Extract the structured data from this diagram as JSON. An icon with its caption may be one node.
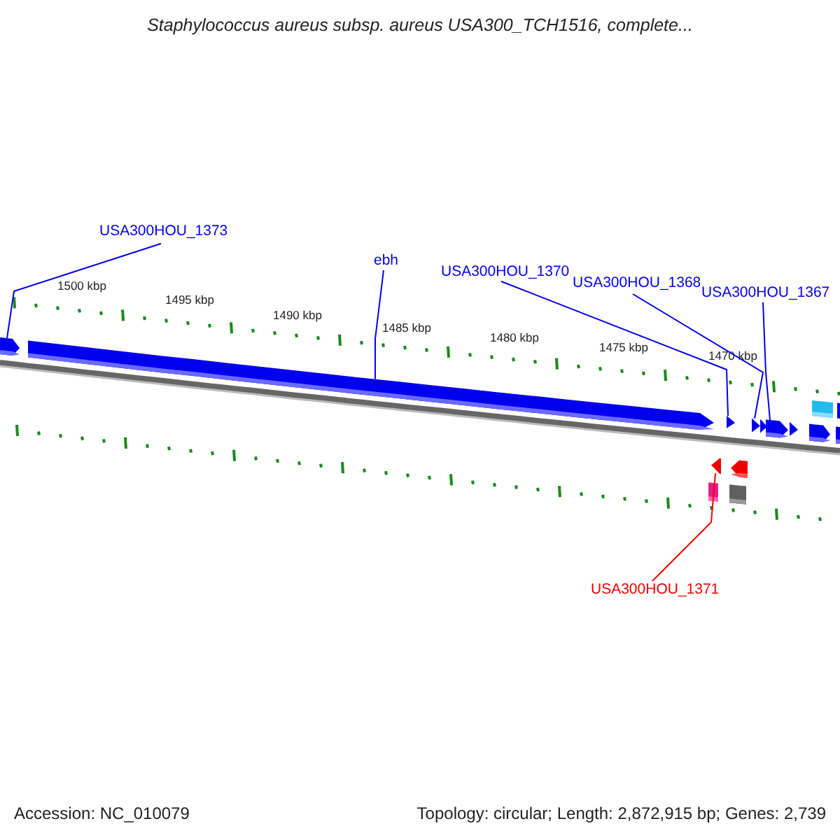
{
  "diagram": {
    "title": "Staphylococcus aureus subsp. aureus USA300_TCH1516, complete...",
    "nodes": [
      {
        "text": [
          "USA300HOU_1373"
        ]
      },
      {
        "text": [
          "ebh"
        ]
      },
      {
        "text": [
          "USA300HOU_1370"
        ]
      },
      {
        "text": [
          "USA300HOU_1368"
        ]
      },
      {
        "text": [
          "USA300HOU_1367"
        ]
      },
      {
        "text": [
          "USA300HOU_1371"
        ]
      },
      {
        "text": [],
        "shape": "arrow"
      },
      {
        "text": [],
        "shape": "arrow"
      },
      {
        "text": [],
        "shape": "box"
      },
      {
        "text": [],
        "shape": "arrow"
      },
      {
        "text": [],
        "shape": "arrow"
      },
      {
        "text": [],
        "shape": "box"
      },
      {
        "text": [],
        "shape": "arrow"
      },
      {
        "text": [],
        "shape": "arrow"
      },
      {
        "text": [],
        "shape": "arrow"
      },
      {
        "text": [],
        "shape": "arrow"
      },
      {
        "text": [],
        "shape": "arrow"
      },
      {
        "text": [],
        "shape": "arrow"
      },
      {
        "text": [],
        "shape": "box"
      },
      {
        "text": [],
        "shape": "arrow"
      },
      {
        "text": [],
        "shape": "box"
      }
    ],
    "edges": [
      {
        "from": 0,
        "to": 6,
        "arrow": "none"
      },
      {
        "from": 1,
        "to": 7,
        "arrow": "none"
      },
      {
        "from": 2,
        "to": 10,
        "arrow": "none"
      },
      {
        "from": 3,
        "to": 13,
        "arrow": "none"
      },
      {
        "from": 4,
        "to": 15,
        "arrow": "none"
      },
      {
        "from": 5,
        "to": 9,
        "arrow": "none",
        "color": "#ff0000"
      }
    ],
    "labels": [
      "1500 kbp",
      "1495 kbp",
      "1490 kbp",
      "1485 kbp",
      "1480 kbp",
      "1475 kbp",
      "1470 kbp",
      "Accession: NC_010079",
      "Topology: circular; Length: 2,872,915 bp; Genes: 2,739"
    ]
  }
}
